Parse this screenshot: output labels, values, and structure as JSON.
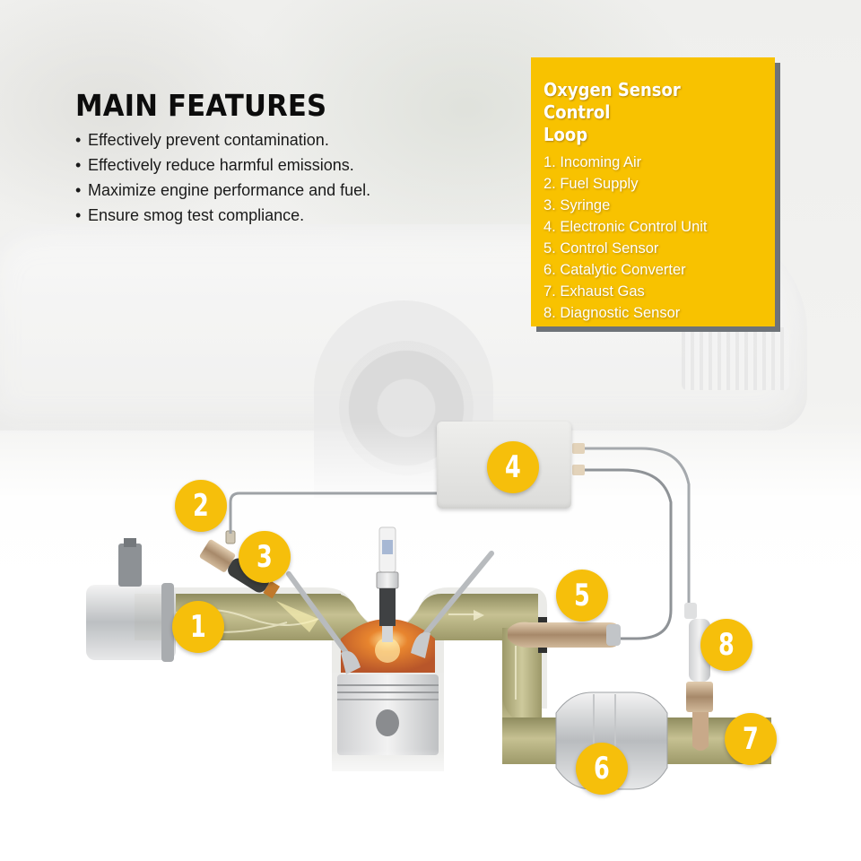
{
  "main_features": {
    "title": "MAIN FEATURES",
    "bullet_glyph": "•",
    "items": [
      "Effectively prevent contamination.",
      "Effectively reduce harmful emissions.",
      "Maximize engine performance and fuel.",
      "Ensure smog test compliance."
    ]
  },
  "legend": {
    "title_line1": "Oxygen Sensor Control",
    "title_line2": "Loop",
    "items": [
      "1. Incoming Air",
      "2. Fuel Supply",
      "3. Syringe",
      "4. Electronic Control Unit",
      "5. Control Sensor",
      "6. Catalytic Converter",
      "7. Exhaust Gas",
      "8. Diagnostic Sensor"
    ]
  },
  "diagram": {
    "callouts": [
      {
        "number": "1",
        "meaning": "Incoming Air"
      },
      {
        "number": "2",
        "meaning": "Fuel Supply"
      },
      {
        "number": "3",
        "meaning": "Syringe"
      },
      {
        "number": "4",
        "meaning": "Electronic Control Unit"
      },
      {
        "number": "5",
        "meaning": "Control Sensor"
      },
      {
        "number": "6",
        "meaning": "Catalytic Converter"
      },
      {
        "number": "7",
        "meaning": "Exhaust Gas"
      },
      {
        "number": "8",
        "meaning": "Diagnostic Sensor"
      }
    ]
  },
  "colors": {
    "accent_yellow": "#f8c200",
    "callout_yellow": "#f6bf0b",
    "legend_shadow": "#6e7378",
    "title_black": "#0c0c0c",
    "exhaust_olive": "#b3ad7c"
  }
}
